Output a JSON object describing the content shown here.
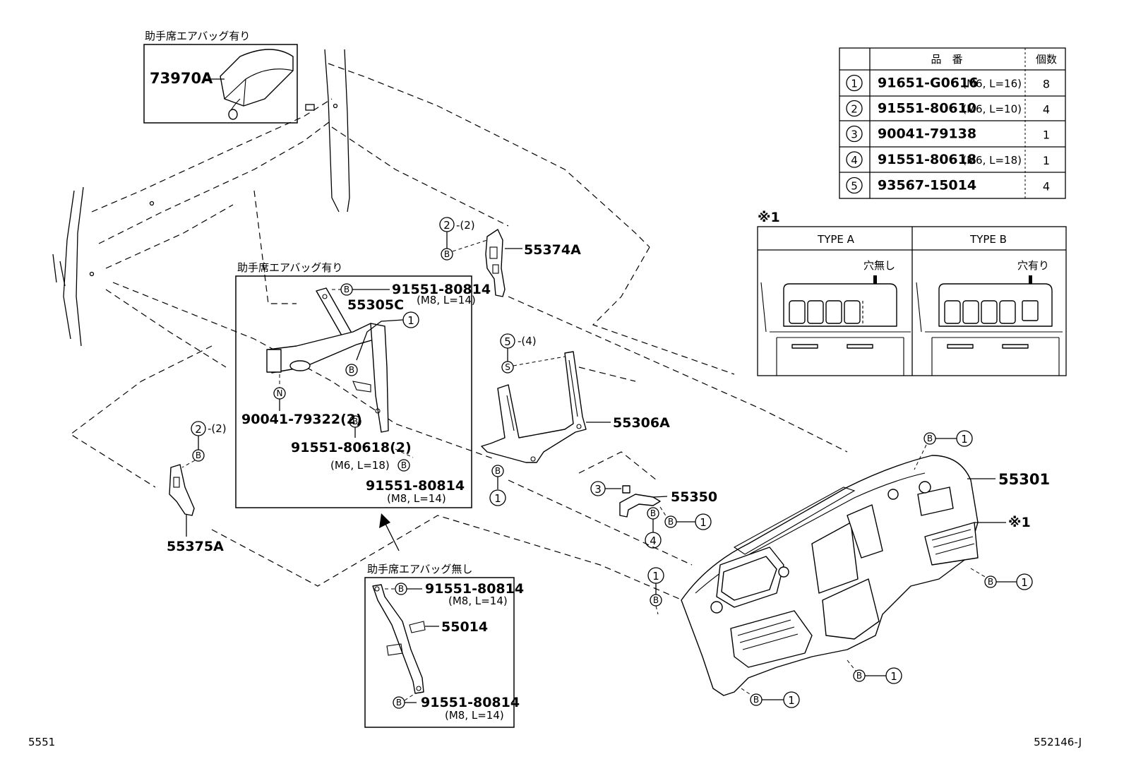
{
  "codes": {
    "left": "5551",
    "right": "552146-J"
  },
  "labels": {
    "airbag_with": "助手席エアバッグ有り",
    "airbag_without": "助手席エアバッグ無し",
    "ref_mark": "※1"
  },
  "parts": {
    "p73970A": "73970A",
    "p55374A": "55374A",
    "p55305C": "55305C",
    "p55306A": "55306A",
    "p55375A": "55375A",
    "p55350": "55350",
    "p55301": "55301",
    "p55014": "55014"
  },
  "callouts": {
    "c1_part": "91551-80814",
    "c1_spec": "(M8, L=14)",
    "c2_part": "90041-79322(2)",
    "c3_part": "91551-80618(2)",
    "c3_spec": "(M6, L=18)",
    "c4_part": "91551-80814",
    "c4_spec": "(M8, L=14)",
    "c5_part": "91551-80814",
    "c5_spec": "(M8, L=14)",
    "c6_part": "91551-80814",
    "c6_spec": "(M8, L=14)",
    "qty2": "-(2)",
    "qty4": "-(4)"
  },
  "markers": {
    "one": "1",
    "two": "2",
    "three": "3",
    "four": "4",
    "five": "5",
    "B": "B",
    "S": "S",
    "N": "N"
  },
  "fastener_table": {
    "headers": [
      "",
      "品　番",
      "個数"
    ],
    "rows": [
      {
        "no": "1",
        "part": "91651-G0616",
        "spec": "(M6, L=16)",
        "qty": "8"
      },
      {
        "no": "2",
        "part": "91551-80610",
        "spec": "(M6, L=10)",
        "qty": "4"
      },
      {
        "no": "3",
        "part": "90041-79138",
        "spec": "",
        "qty": "1"
      },
      {
        "no": "4",
        "part": "91551-80618",
        "spec": "(M6, L=18)",
        "qty": "1"
      },
      {
        "no": "5",
        "part": "93567-15014",
        "spec": "",
        "qty": "4"
      }
    ]
  },
  "type_table": {
    "type_a": "TYPE A",
    "type_b": "TYPE B",
    "note_a": "穴無し",
    "note_b": "穴有り"
  }
}
